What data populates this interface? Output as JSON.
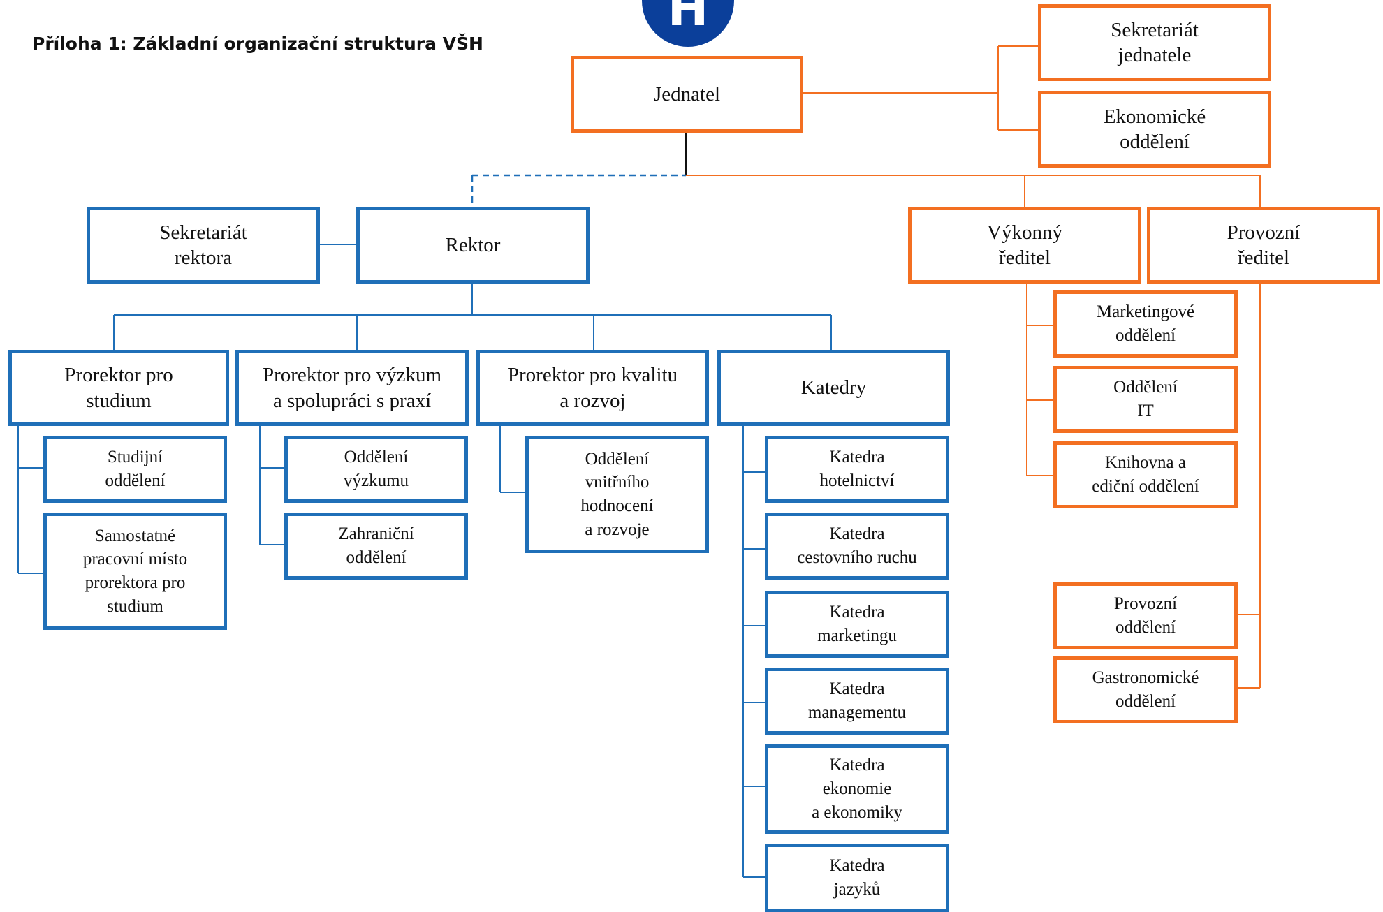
{
  "title": "Příloha 1: Základní organizační struktura VŠH",
  "logo_letter": "H",
  "colors": {
    "academic": "#1f6fb8",
    "operational": "#f36f21",
    "connector_main": "#111111",
    "logo": "#0b3f9a"
  },
  "nodes": {
    "jednatel": "Jednatel",
    "sekretariat_jednatele": "Sekretariát\njednatele",
    "ekonomicke_oddeleni": "Ekonomické\noddělení",
    "sekretariat_rektora": "Sekretariát\nrektora",
    "rektor": "Rektor",
    "vykonny_reditel": "Výkonný\nředitel",
    "provozni_reditel": "Provozní\nředitel",
    "prorektor_studium": "Prorektor pro\nstudium",
    "prorektor_vyzkum": "Prorektor pro výzkum\na spolupráci s praxí",
    "prorektor_kvalita": "Prorektor pro kvalitu\na rozvoj",
    "katedry": "Katedry",
    "studijni_oddeleni": "Studijní\noddělení",
    "samostatne_misto": "Samostatné\npracovní místo\nprorektora pro\nstudium",
    "oddeleni_vyzkumu": "Oddělení\nvýzkumu",
    "zahranicni_oddeleni": "Zahraniční\noddělení",
    "oddeleni_hodnoceni": "Oddělení\nvnitřního\nhodnocení\na rozvoje",
    "katedra_hotelnictvi": "Katedra\nhotelnictví",
    "katedra_cestovniho_ruchu": "Katedra\ncestovního ruchu",
    "katedra_marketingu": "Katedra\nmarketingu",
    "katedra_managementu": "Katedra\nmanagementu",
    "katedra_ekonomie": "Katedra\nekonomie\na ekonomiky",
    "katedra_jazyku": "Katedra\njazyků",
    "marketingove_oddeleni": "Marketingové\noddělení",
    "oddeleni_it": "Oddělení\nIT",
    "knihovna": "Knihovna a\nediční oddělení",
    "provozni_oddeleni": "Provozní\noddělení",
    "gastronomicke_oddeleni": "Gastronomické\noddělení"
  }
}
